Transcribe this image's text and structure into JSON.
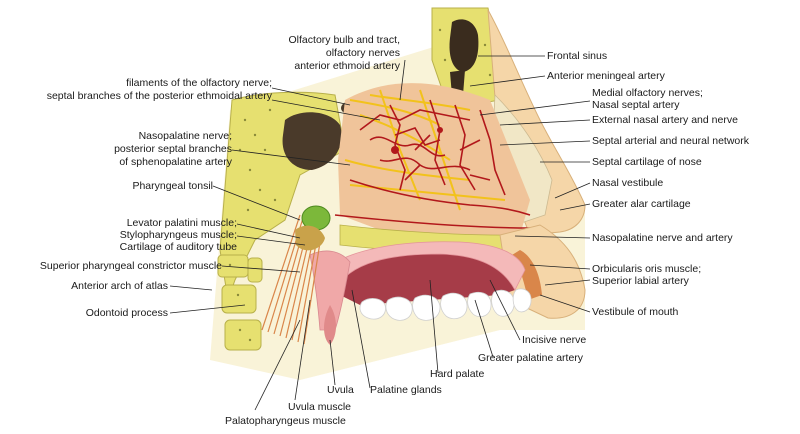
{
  "labels": {
    "olfactory_bulb": [
      "Olfactory bulb and tract,",
      "olfactory nerves",
      "anterior ethmoid artery"
    ],
    "filaments": [
      "filaments of the olfactory nerve;",
      "septal branches of the posterior ethmoidal artery"
    ],
    "nasopalatine_posterior": [
      "Nasopalatine nerve;",
      "posterior septal branches",
      "of sphenopalatine artery"
    ],
    "pharyngeal_tonsil": "Pharyngeal tonsil",
    "levator": [
      "Levator palatini muscle;",
      "Stylopharyngeus muscle;",
      "Cartilage of auditory tube"
    ],
    "sup_constrictor": "Superior pharyngeal constrictor muscle",
    "anterior_arch": "Anterior arch of atlas",
    "odontoid": "Odontoid process",
    "frontal_sinus": "Frontal sinus",
    "anterior_meningeal": "Anterior meningeal artery",
    "medial_olfactory": [
      "Medial olfactory nerves;",
      "Nasal septal artery"
    ],
    "external_nasal": "External nasal artery and nerve",
    "septal_network": "Septal arterial and neural network",
    "septal_cartilage": "Septal cartilage of nose",
    "nasal_vestibule": "Nasal vestibule",
    "greater_alar": "Greater alar cartilage",
    "nasopalatine_nerve_artery": "Nasopalatine nerve and artery",
    "orbicularis": [
      "Orbicularis oris muscle;",
      "Superior labial artery"
    ],
    "vestibule_mouth": "Vestibule of mouth",
    "incisive_nerve": "Incisive nerve",
    "greater_palatine": "Greater palatine artery",
    "hard_palate": "Hard palate",
    "palatine_glands": "Palatine glands",
    "uvula": "Uvula",
    "uvula_muscle": "Uvula muscle",
    "palatopharyngeus": "Palatopharyngeus muscle"
  },
  "colors": {
    "bone": "#e8e27a",
    "bone_dots": "#8a8a3a",
    "soft_tissue": "#f7dfb5",
    "muscle": "#d9864a",
    "artery": "#b2181b",
    "nerve": "#f2c21b",
    "palate": "#b0424c",
    "tonsil": "#7cb83a"
  }
}
